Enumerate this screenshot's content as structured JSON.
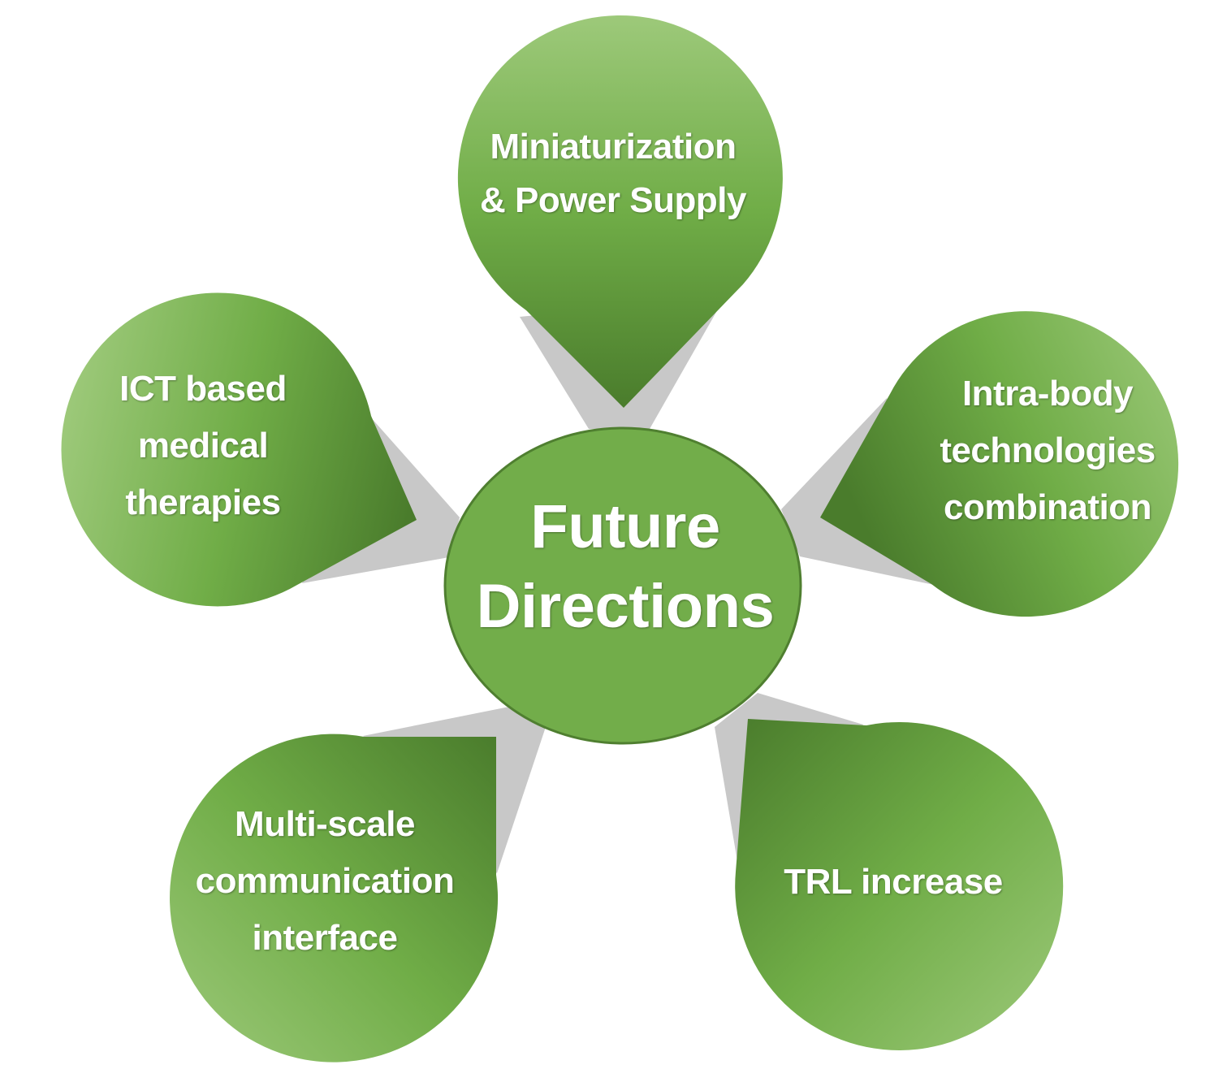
{
  "diagram": {
    "center": {
      "title": "Future\nDirections"
    },
    "petals": [
      {
        "id": "top",
        "label": "Miniaturization\n& Power Supply"
      },
      {
        "id": "right",
        "label": "Intra-body\ntechnologies\ncombination"
      },
      {
        "id": "bottom-right",
        "label": "TRL increase"
      },
      {
        "id": "bottom-left",
        "label": "Multi-scale\ncommunication\ninterface"
      },
      {
        "id": "left",
        "label": "ICT based\nmedical\ntherapies"
      }
    ]
  },
  "colors": {
    "petal_light": "#9dc97a",
    "petal_mid": "#70ad47",
    "petal_dark": "#4a7c2c",
    "connector": "#c8c8c8",
    "center_fill": "#72ad4a",
    "center_stroke": "#4f7f30",
    "text": "#ffffff"
  }
}
